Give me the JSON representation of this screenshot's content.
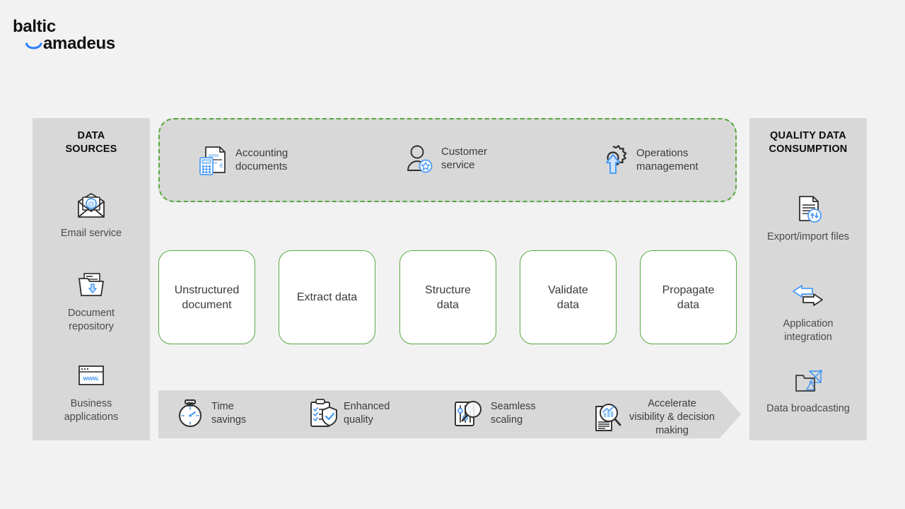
{
  "brand": {
    "name_line1": "baltic",
    "name_line2": "amadeus",
    "swoosh_color": "#2b7fff",
    "text_color": "#111111",
    "logo_icon": "baltic-amadeus-logo"
  },
  "colors": {
    "page_background": "#f2f2f2",
    "panel_background": "#d8d8d8",
    "accent_green": "#55a83c",
    "accent_blue": "#4a9bf5",
    "outline_dark": "#2f2f2f",
    "body_text": "#3b3b3b",
    "heading_text": "#0d0d0d",
    "card_background": "#ffffff"
  },
  "left_panel": {
    "title": "DATA\nSOURCES",
    "items": [
      {
        "label": "Email service",
        "icon": "email-envelope-at-icon"
      },
      {
        "label": "Document\nrepository",
        "icon": "folder-document-download-icon"
      },
      {
        "label": "Business\napplications",
        "icon": "browser-window-www-icon",
        "icon_text": "www."
      }
    ]
  },
  "right_panel": {
    "title": "QUALITY DATA\nCONSUMPTION",
    "items": [
      {
        "label": "Export/import files",
        "icon": "document-transfer-arrows-icon"
      },
      {
        "label": "Application\nintegration",
        "icon": "two-way-arrows-icon"
      },
      {
        "label": "Data broadcasting",
        "icon": "folder-satellite-dish-icon"
      }
    ]
  },
  "sources_box": {
    "border_style": "dashed",
    "border_color": "#55a83c",
    "items": [
      {
        "label": "Accounting\ndocuments",
        "icon": "invoice-calculator-icon"
      },
      {
        "label": "Customer\nservice",
        "icon": "person-star-badge-icon"
      },
      {
        "label": "Operations\nmanagement",
        "icon": "gear-up-arrow-icon"
      }
    ]
  },
  "process": {
    "steps": [
      {
        "label": "Unstructured\ndocument"
      },
      {
        "label": "Extract data"
      },
      {
        "label": "Structure\ndata"
      },
      {
        "label": "Validate\ndata"
      },
      {
        "label": "Propagate\ndata"
      }
    ]
  },
  "benefits": {
    "shape": "arrow-right",
    "items": [
      {
        "label": "Time\nsavings",
        "icon": "stopwatch-icon"
      },
      {
        "label": "Enhanced\nquality",
        "icon": "clipboard-shield-check-icon"
      },
      {
        "label": "Seamless\nscaling",
        "icon": "sliders-magnifier-icon"
      },
      {
        "label": "Accelerate\nvisibility & decision\nmaking",
        "icon": "report-chart-magnifier-icon"
      }
    ]
  }
}
